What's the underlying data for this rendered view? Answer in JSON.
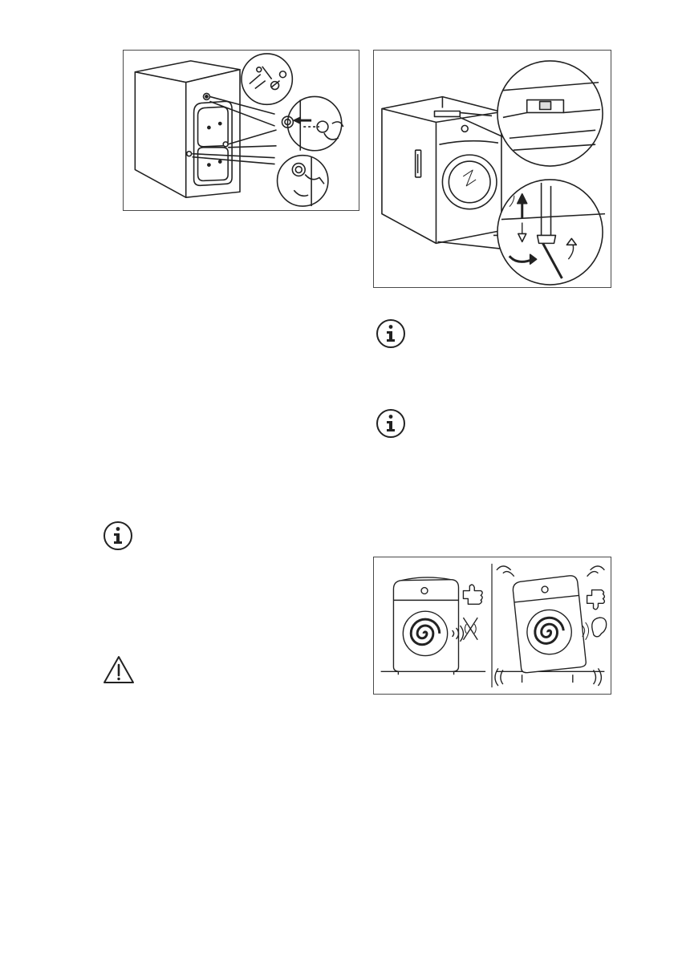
{
  "page": {
    "figures": [
      {
        "id": "drain-plug-removal",
        "caption": ""
      },
      {
        "id": "leveling-feet-adjustment",
        "caption": ""
      },
      {
        "id": "vibration-comparison",
        "caption": ""
      }
    ],
    "notes": [
      {
        "kind": "information",
        "icon": "info-icon"
      },
      {
        "kind": "information",
        "icon": "info-icon"
      },
      {
        "kind": "information",
        "icon": "info-icon"
      },
      {
        "kind": "warning",
        "icon": "warning-triangle-icon"
      }
    ],
    "footer_text": ""
  }
}
